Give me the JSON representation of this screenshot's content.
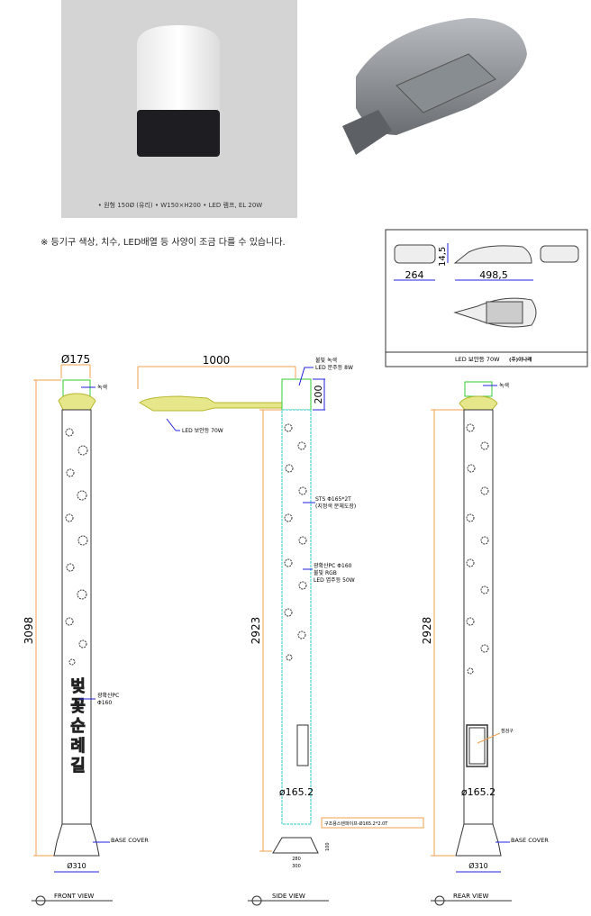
{
  "photo_caption": "• 원형 150Ø (유리)   • W150×H200   • LED 램프, EL 20W",
  "notice": "※ 등기구 색상, 치수, LED배열 등 사양이 조금 다를 수 있습니다.",
  "luminaire_box": {
    "dim_width": "264",
    "dim_height": "14,5",
    "dim_length": "498,5",
    "title": "LED 보안등 70W",
    "tag": "(주)이나래"
  },
  "front_view": {
    "dia_top": "Ø175",
    "height": "3098",
    "cap_note": "녹색",
    "pc_note_1": "광확산PC",
    "pc_note_2": "Φ160",
    "vertical_text": "벚꽃순례길",
    "base_note": "BASE COVER",
    "dia_base": "Ø310",
    "label": "FRONT  VIEW"
  },
  "side_view": {
    "arm_length": "1000",
    "cap_height": "200",
    "cap_note_1": "불빛 녹색",
    "cap_note_2": "LED 문주등 8W",
    "lamp_note": "LED 보안등 70W",
    "pole_note_1": "STS Φ165*2T",
    "pole_note_2": "(지정색 분체도장)",
    "pc_note_1": "광확산PC  Φ160",
    "pc_note_2": "불빛 RGB",
    "pc_note_3": "LED  엽주등  50W",
    "height": "2923",
    "dia_pole": "ø165.2",
    "pipe_note": "구조용스텐파이프-Ø165.2*2.0T",
    "base_h": "100",
    "base_w1": "280",
    "base_w2": "300",
    "label": "SIDE  VIEW"
  },
  "rear_view": {
    "cap_note": "녹색",
    "height": "2928",
    "panel_note": "점검구",
    "dia_pole": "ø165.2",
    "base_note": "BASE COVER",
    "dia_base": "Ø310",
    "label": "REAR  VIEW"
  },
  "colors": {
    "cap": "#33cc33",
    "head": "#c8c832",
    "dim": "#f0a050",
    "leader": "#2020dd",
    "cyan": "#30c8c8"
  }
}
